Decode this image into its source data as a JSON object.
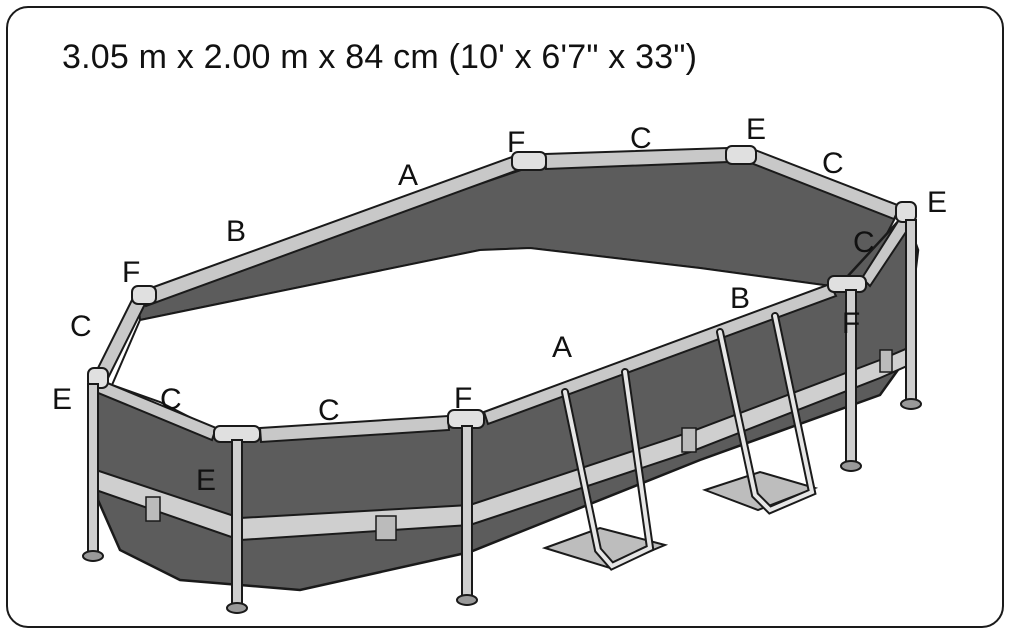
{
  "title": "3.05 m x 2.00 m x 84 cm (10' x 6'7\" x 33\")",
  "colors": {
    "liner": "#5c5c5c",
    "rail": "#c8c8c8",
    "outline": "#1a1a1a",
    "band": "#cfcfcf",
    "floor": "#ffffff"
  },
  "labels": {
    "a1": "A",
    "a2": "A",
    "b1": "B",
    "b2": "B",
    "c1": "C",
    "c2": "C",
    "c3": "C",
    "c4": "C",
    "c5": "C",
    "c6": "C",
    "e1": "E",
    "e2": "E",
    "e3": "E",
    "e4": "E",
    "f1": "F",
    "f2": "F",
    "f3": "F",
    "f4": "F"
  }
}
